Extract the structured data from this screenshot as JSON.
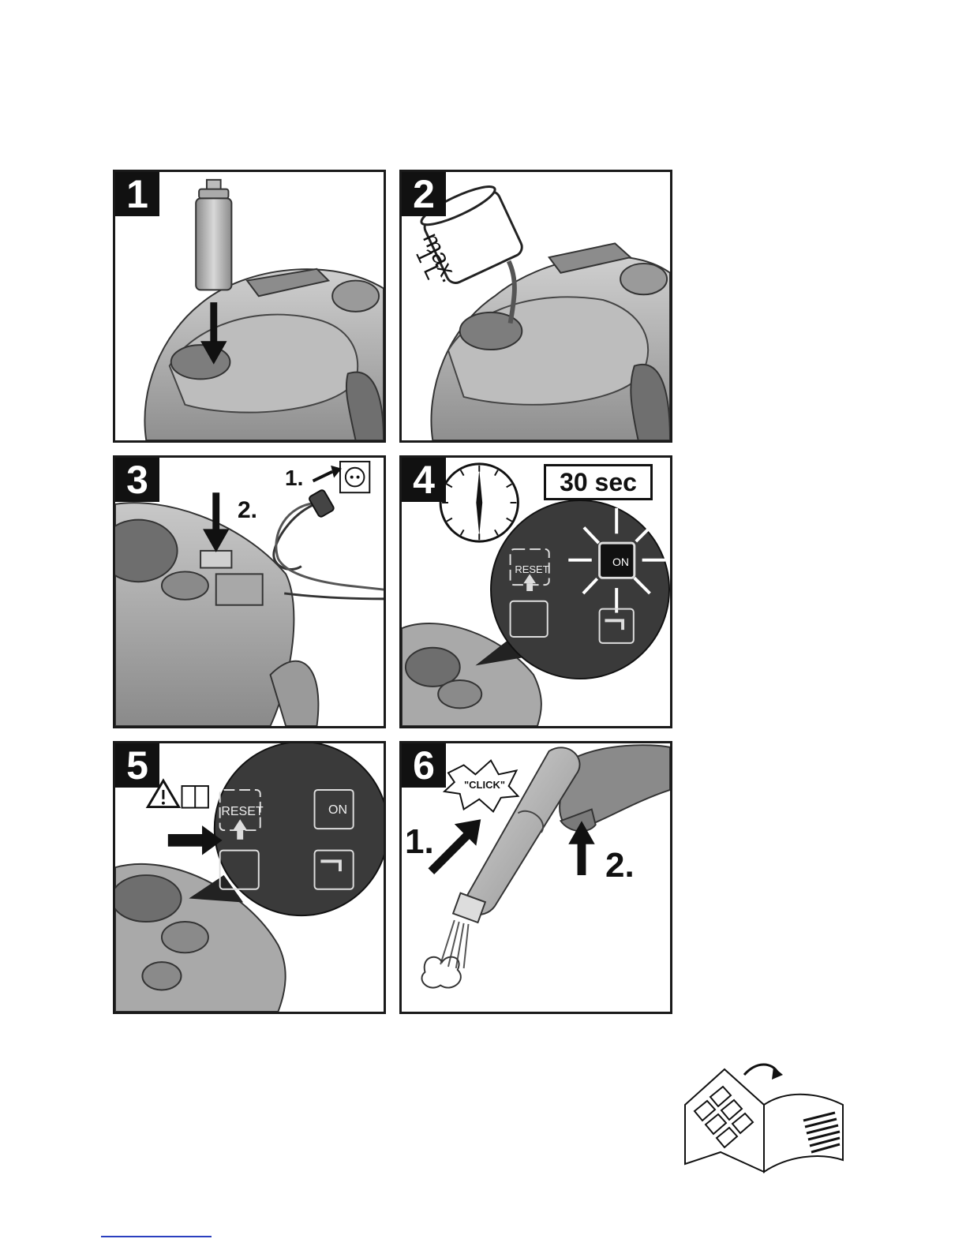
{
  "panels": [
    {
      "number": "1"
    },
    {
      "number": "2",
      "jug_max": "max.",
      "jug_volume": "1 L"
    },
    {
      "number": "3",
      "step1": "1.",
      "step2": "2."
    },
    {
      "number": "4",
      "timer": "30 sec",
      "btn_reset": "RESET",
      "btn_on": "ON"
    },
    {
      "number": "5",
      "btn_reset": "RESET",
      "btn_on": "ON"
    },
    {
      "number": "6",
      "click": "\"CLICK\"",
      "step1": "1.",
      "step2": "2."
    }
  ],
  "icons": [
    "water-filter-cartridge-icon",
    "measuring-jug-icon",
    "power-socket-icon",
    "clock-icon",
    "warning-icon",
    "manual-icon",
    "faucet-icon",
    "open-manual-icon"
  ],
  "colors": {
    "frame": "#1a1a1a",
    "machine": "#a9a9a9",
    "dark_zoom": "#3a3a3a",
    "footer_link": "#2a3fbf"
  }
}
